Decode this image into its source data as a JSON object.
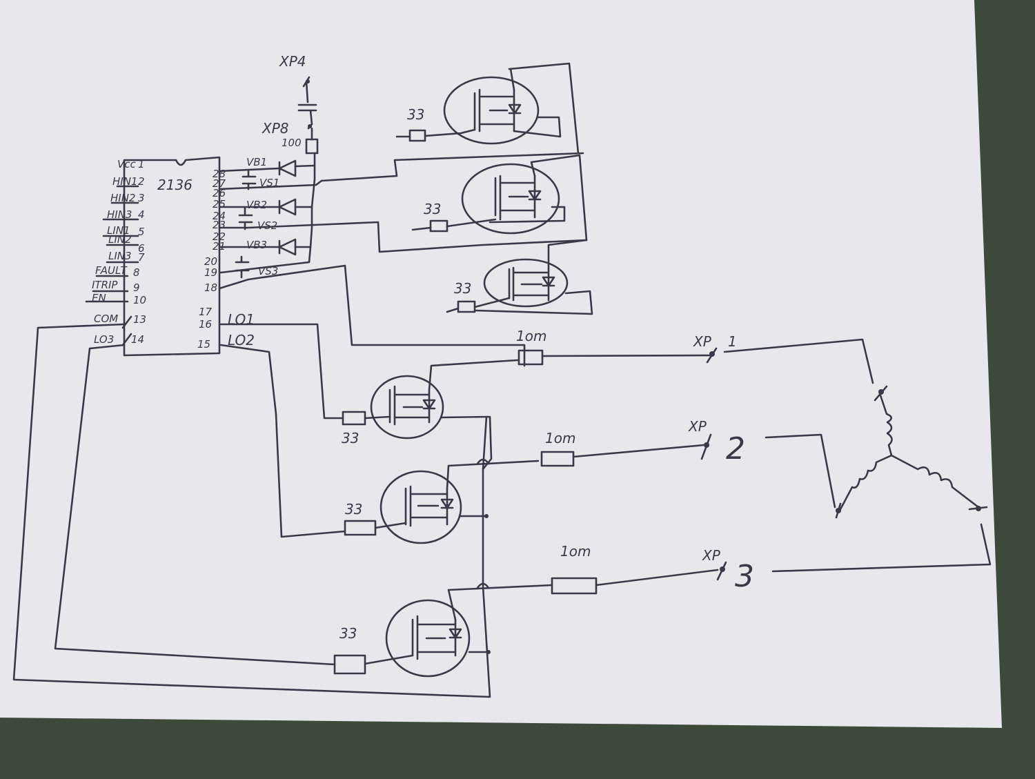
{
  "ic": {
    "name": "2136",
    "left_pins": [
      {
        "num": "1",
        "label": "Vcc"
      },
      {
        "num": "2",
        "label": "HIN1"
      },
      {
        "num": "3",
        "label": "HIN2"
      },
      {
        "num": "4",
        "label": "HIN3"
      },
      {
        "num": "5",
        "label": "LIN1"
      },
      {
        "num": "6",
        "label": "LIN2"
      },
      {
        "num": "7",
        "label": "LIN3"
      },
      {
        "num": "8",
        "label": "FAULT"
      },
      {
        "num": "9",
        "label": "ITRIP"
      },
      {
        "num": "10",
        "label": "EN"
      },
      {
        "num": "13",
        "label": "COM"
      },
      {
        "num": "14",
        "label": "LO3"
      }
    ],
    "right_pins": [
      "28",
      "27",
      "26",
      "25",
      "24",
      "23",
      "22",
      "21",
      "20",
      "19",
      "18",
      "17",
      "16",
      "15"
    ],
    "right_labels": [
      "VB1",
      "VS1",
      "VB2",
      "VS2",
      "VB3",
      "VS3",
      "LO1",
      "LO2"
    ]
  },
  "connectors": {
    "xp4": "XP4",
    "xp8": "XP8",
    "xp1": "XP",
    "xp2": "XP",
    "xp3": "XP",
    "n1": "1",
    "n2": "2",
    "n3": "3"
  },
  "resistors": {
    "r100": "100",
    "gate_high": "33",
    "gate_low": "33",
    "sense": "1om"
  }
}
